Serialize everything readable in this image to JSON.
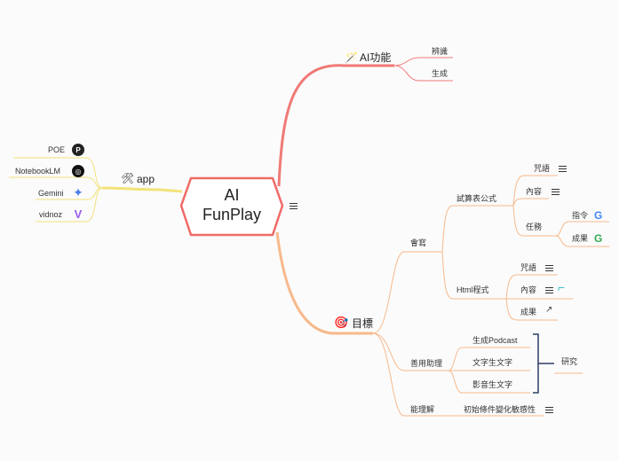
{
  "center": {
    "line1": "AI",
    "line2": "FunPlay"
  },
  "ai_function": {
    "label": "AI功能",
    "children": [
      "辨識",
      "生成"
    ]
  },
  "goal": {
    "label": "目標",
    "writing": {
      "label": "會寫",
      "formula": {
        "label": "試算表公式",
        "spell": "咒語",
        "content": "內容",
        "task": "任務",
        "instruction": "指令",
        "result": "成果"
      },
      "html": {
        "label": "Html程式",
        "spell": "咒語",
        "content": "內容",
        "result": "成果"
      }
    },
    "assistant": {
      "label": "善用助理",
      "items": [
        "生成Podcast",
        "文字生文字",
        "影音生文字"
      ],
      "summary": "研究"
    },
    "understand": {
      "label": "能理解",
      "item": "初始條件變化敏感性"
    }
  },
  "app": {
    "label": "app",
    "items": [
      "POE",
      "NotebookLM",
      "Gemini",
      "vidnoz"
    ]
  },
  "colors": {
    "ai_branch": "#f07a76",
    "goal_branch": "#f7b98b",
    "app_branch": "#f2e27a",
    "center_border": "#f06a66",
    "bracket": "#2f3e66",
    "summary_underline": "#f7b98b"
  },
  "icons": {
    "ai_function": "magic-wand-icon",
    "goal": "target-icon",
    "app": "tools-icon"
  }
}
